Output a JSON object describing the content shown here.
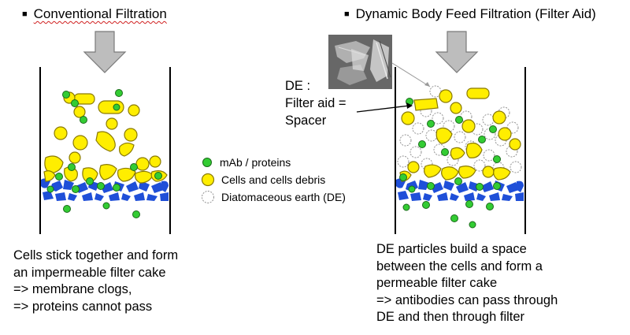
{
  "left": {
    "title": "Conventional Filtration",
    "caption": [
      "Cells stick together and form",
      "an impermeable filter cake",
      "=> membrane clogs,",
      "=> proteins cannot pass"
    ]
  },
  "right": {
    "title": "Dynamic Body Feed Filtration (Filter Aid)",
    "de_label": [
      "DE :",
      "Filter aid =",
      "Spacer"
    ],
    "caption": [
      "DE particles build a space",
      "between the cells and form a",
      "permeable filter cake",
      "=> antibodies can pass through",
      "DE and then through filter"
    ]
  },
  "legend": {
    "protein": "mAb / proteins",
    "cells": "Cells and cells debris",
    "de": "Diatomaceous earth (DE)"
  },
  "colors": {
    "protein_green": "#33cc33",
    "cell_yellow": "#ffee00",
    "membrane_blue": "#1f4fd8",
    "arrow_gray": "#bdbdbd"
  }
}
